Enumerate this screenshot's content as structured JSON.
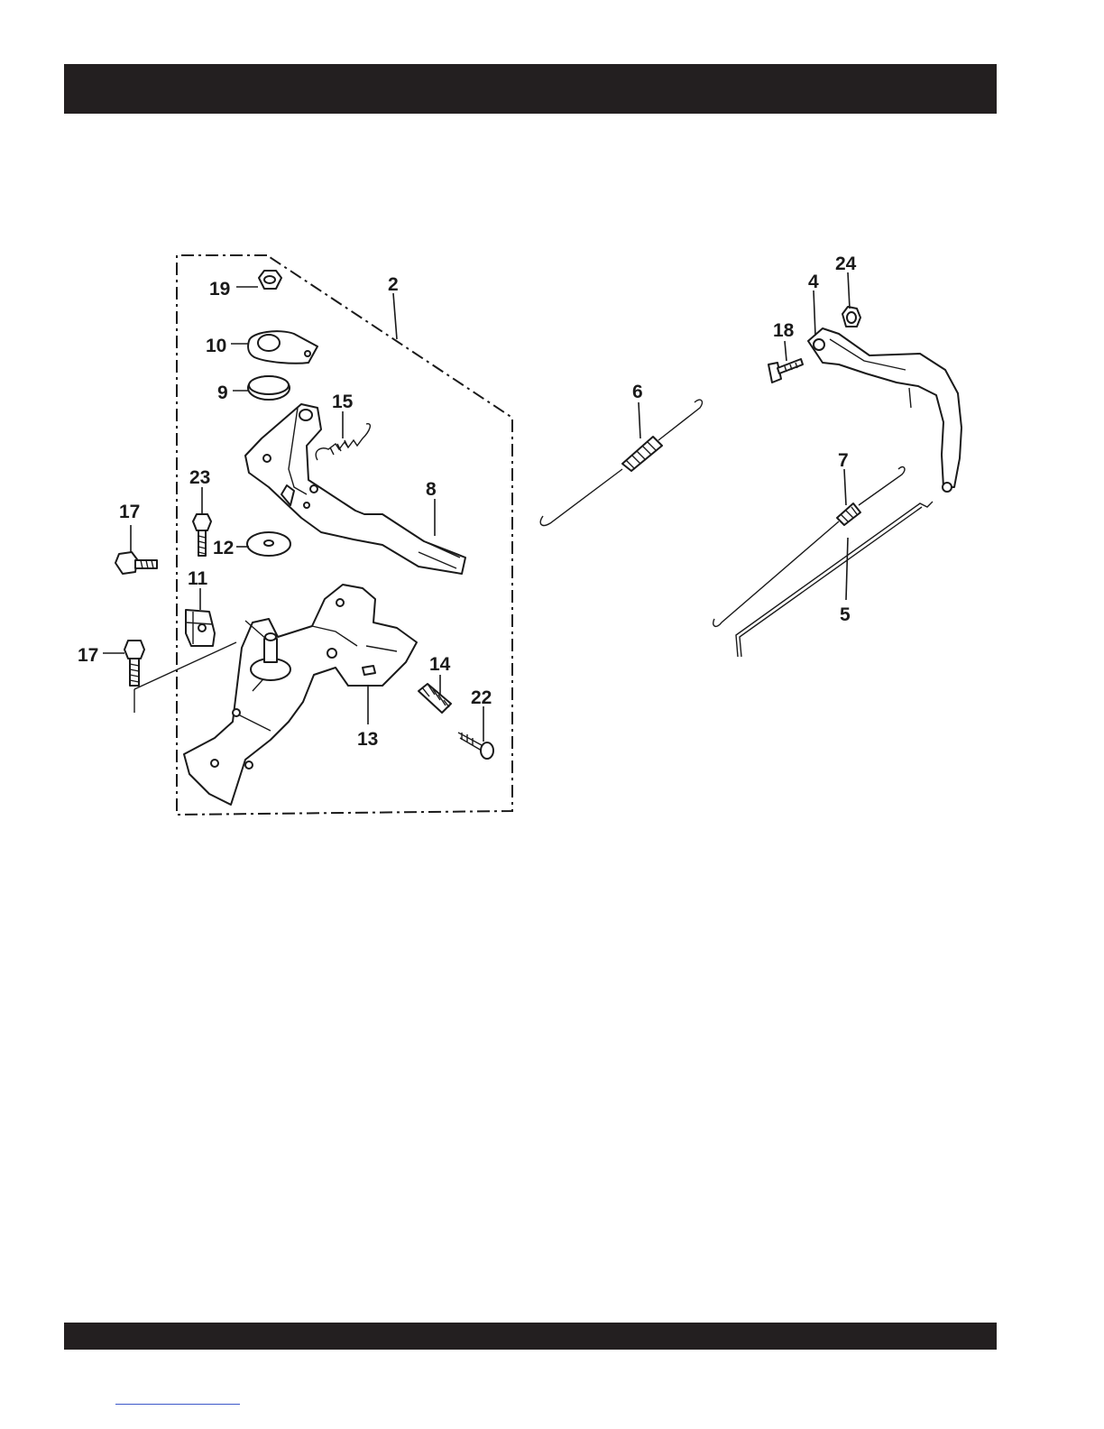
{
  "header": {
    "bar_color": "#231f20"
  },
  "footer": {
    "bar_color": "#231f20",
    "link_color": "#3c58c8"
  },
  "diagram": {
    "callouts": {
      "c2": "2",
      "c4": "4",
      "c5": "5",
      "c6": "6",
      "c7": "7",
      "c8": "8",
      "c9": "9",
      "c10": "10",
      "c11": "11",
      "c12": "12",
      "c13": "13",
      "c14": "14",
      "c15": "15",
      "c17a": "17",
      "c17b": "17",
      "c18": "18",
      "c19": "19",
      "c22": "22",
      "c23": "23",
      "c24": "24"
    }
  }
}
